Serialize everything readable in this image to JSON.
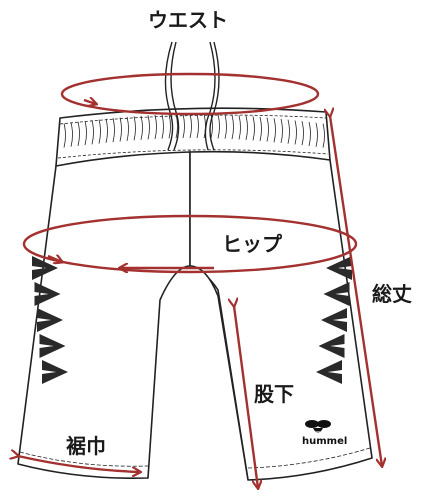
{
  "labels": {
    "waist": "ウエスト",
    "hip": "ヒップ",
    "total_length": "総丈",
    "inseam": "股下",
    "hem_width": "裾巾"
  },
  "brand": {
    "name": "hummel",
    "logo_icon": "bee-logo-icon"
  },
  "colors": {
    "measure": "#a3312f",
    "outline": "#222222",
    "chevron": "#2a2a2a"
  }
}
